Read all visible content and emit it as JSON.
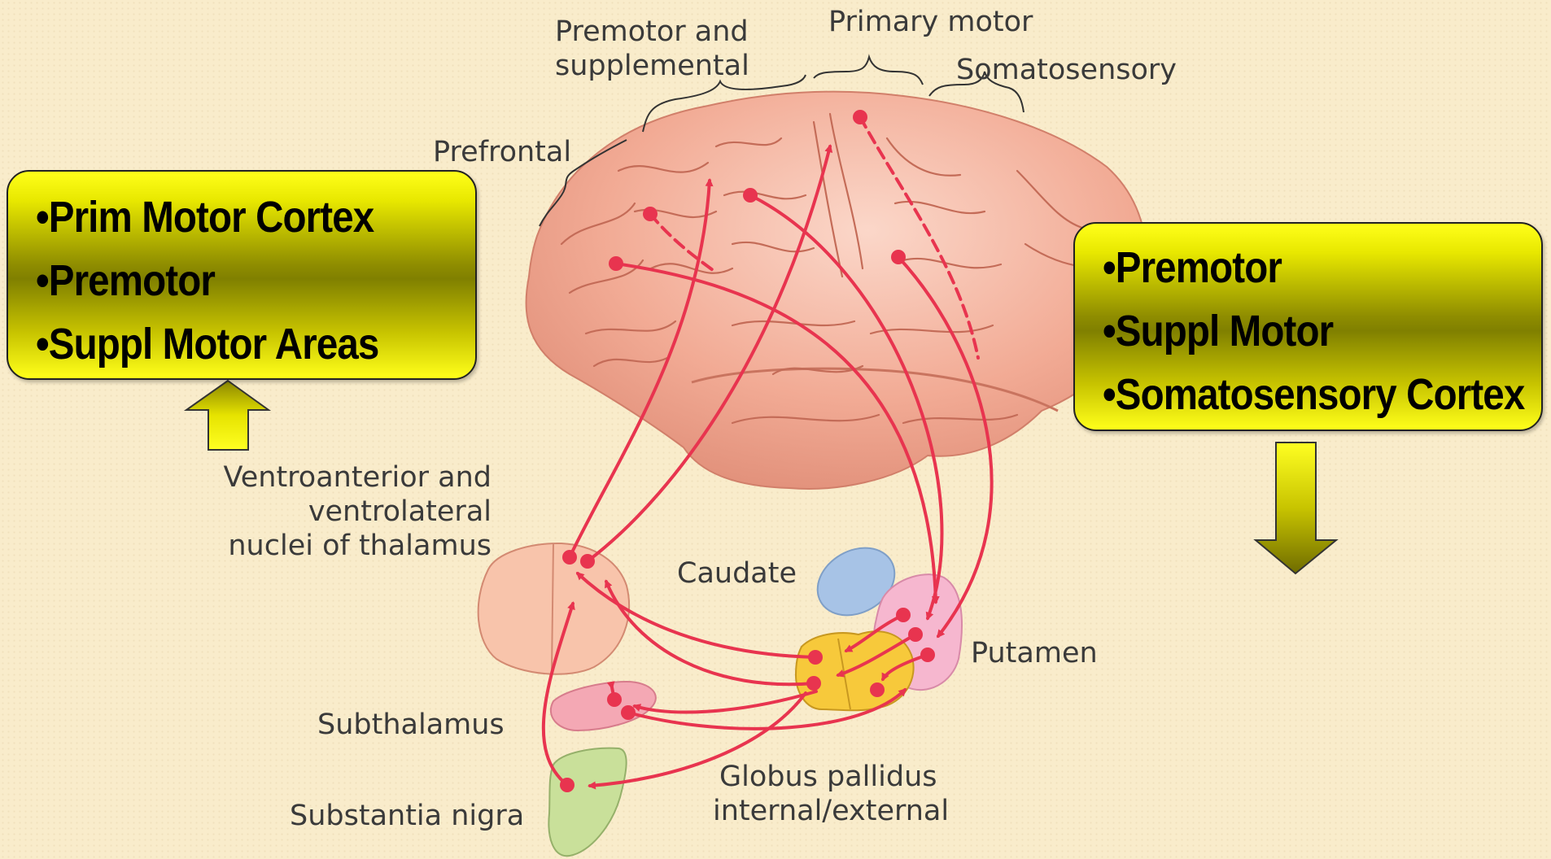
{
  "labels": {
    "premotor_supplemental": [
      "Premotor and",
      "supplemental"
    ],
    "primary_motor": "Primary motor",
    "somatosensory": "Somatosensory",
    "prefrontal": "Prefrontal",
    "thalamus": [
      "Ventroanterior and",
      "ventrolateral",
      "nuclei of thalamus"
    ],
    "caudate": "Caudate",
    "putamen": "Putamen",
    "subthalamus": "Subthalamus",
    "substantia_nigra": "Substantia nigra",
    "globus_pallidus": [
      "Globus pallidus",
      "internal/external"
    ]
  },
  "left_box": {
    "items": [
      "•Prim Motor Cortex",
      "•Premotor",
      "•Suppl Motor Areas"
    ]
  },
  "right_box": {
    "items": [
      "•Premotor",
      "•Suppl Motor",
      "•Somatosensory Cortex"
    ]
  },
  "colors": {
    "background": "#f9eccb",
    "brain": "#f1a58f",
    "pathway": "#e8344f",
    "caudate": "#a7c3e6",
    "putamen": "#f6b7cf",
    "globus_pallidus": "#f7c93b",
    "thalamus": "#f8c4ab",
    "subthalamus": "#f4a8b4",
    "substantia_nigra": "#c9e09a",
    "box_yellow": "#ffff1a",
    "box_olive": "#808000"
  },
  "icons": {
    "up_arrow": "up-arrow-icon",
    "down_arrow": "down-arrow-icon"
  }
}
